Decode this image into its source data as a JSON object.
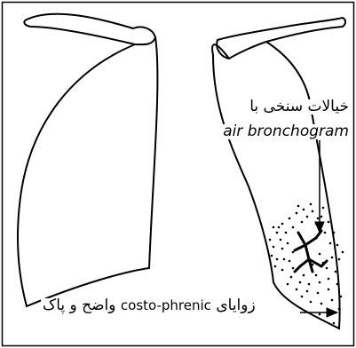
{
  "labels": {
    "air_bronchogram_fa": "خیالات سنخی با",
    "air_bronchogram_en": "air bronchogram",
    "costophrenic_fa_1": "زوایای",
    "costophrenic_en": "costo-phrenic",
    "costophrenic_fa_2": "واضح و پاک"
  },
  "colors": {
    "ink": "#000000",
    "background": "#ffffff"
  }
}
